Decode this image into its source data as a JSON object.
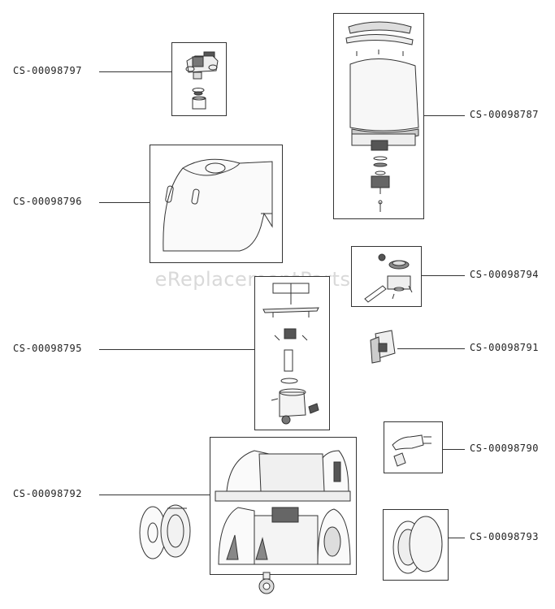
{
  "parts": {
    "p98797": "CS-00098797",
    "p98787": "CS-00098787",
    "p98796": "CS-00098796",
    "p98794": "CS-00098794",
    "p98795": "CS-00098795",
    "p98791": "CS-00098791",
    "p98790": "CS-00098790",
    "p98792": "CS-00098792",
    "p98793": "CS-00098793"
  },
  "watermark": "eReplacementParts.com"
}
